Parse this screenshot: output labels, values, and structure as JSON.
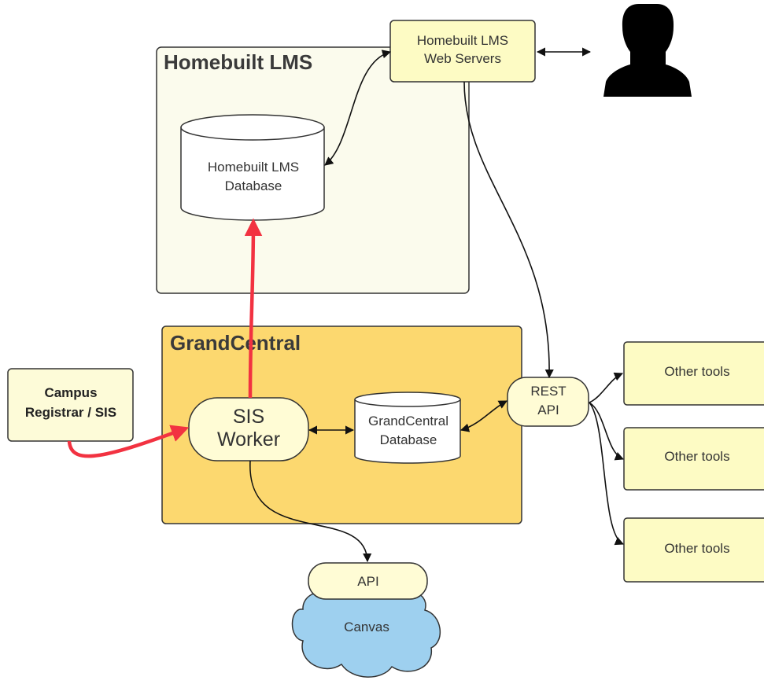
{
  "colors": {
    "lms_container": "#fbfbed",
    "grandcentral_container": "#fcd86f",
    "node_fill": "#fdfbc4",
    "node_fill_light": "#fffcd5",
    "database_fill": "#ffffff",
    "canvas_cloud": "#9ed0ef",
    "stroke": "#333333",
    "sis_sync_arrow": "#f23241",
    "connector": "#111111"
  },
  "containers": {
    "homebuilt_lms": {
      "title": "Homebuilt LMS"
    },
    "grandcentral": {
      "title": "GrandCentral"
    }
  },
  "nodes": {
    "lms_web_servers": {
      "line1": "Homebuilt LMS",
      "line2": "Web Servers"
    },
    "lms_database": {
      "line1": "Homebuilt LMS",
      "line2": "Database"
    },
    "campus_registrar": {
      "line1": "Campus",
      "line2": "Registrar / SIS"
    },
    "sis_worker": {
      "line1": "SIS",
      "line2": "Worker"
    },
    "grandcentral_database": {
      "line1": "GrandCentral",
      "line2": "Database"
    },
    "rest_api": {
      "line1": "REST",
      "line2": "API"
    },
    "other_tools": [
      "Other tools",
      "Other tools",
      "Other tools"
    ],
    "canvas_api": {
      "label": "API"
    },
    "canvas": {
      "label": "Canvas"
    },
    "user_icon": {
      "icon": "user-silhouette-icon"
    }
  }
}
